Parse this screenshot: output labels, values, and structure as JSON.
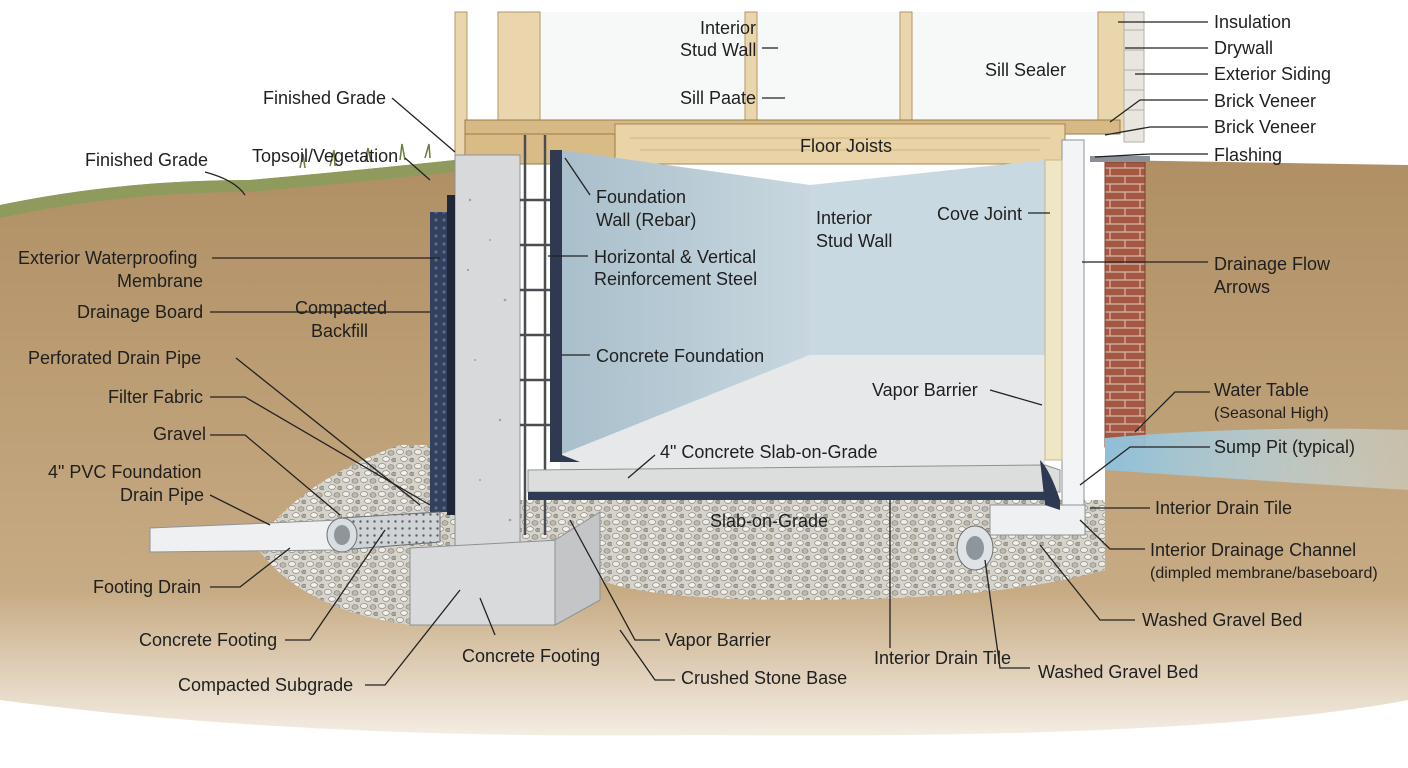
{
  "labels": {
    "interior_stud_wall_top_1": "Interior",
    "interior_stud_wall_top_2": "Stud Wall",
    "sill_paate": "Sill Paate",
    "sill_sealer": "Sill Sealer",
    "insulation": "Insulation",
    "drywall": "Drywall",
    "exterior_siding": "Exterior Siding",
    "brick_veneer_1": "Brick Veneer",
    "brick_veneer_2": "Brick Veneer",
    "flashing": "Flashing",
    "finished_grade_top": "Finished Grade",
    "finished_grade_left": "Finished Grade",
    "topsoil": "Topsoil/Vegetation",
    "floor_joists": "Floor Joists",
    "foundation_wall_1": "Foundation",
    "foundation_wall_2": "Wall (Rebar)",
    "interior_stud_wall_mid_1": "Interior",
    "interior_stud_wall_mid_2": "Stud Wall",
    "cove_joint": "Cove Joint",
    "ext_membrane_1": "Exterior Waterproofing",
    "ext_membrane_2": "Membrane",
    "reinforcement_1": "Horizontal & Vertical",
    "reinforcement_2": "Reinforcement Steel",
    "drainage_flow_1": "Drainage Flow",
    "drainage_flow_2": "Arrows",
    "drainage_board": "Drainage Board",
    "compacted_backfill_1": "Compacted",
    "compacted_backfill_2": "Backfill",
    "perforated_pipe": "Perforated Drain Pipe",
    "concrete_foundation": "Concrete Foundation",
    "vapor_barrier_right": "Vapor Barrier",
    "water_table_1": "Water Table",
    "water_table_2": "(Seasonal High)",
    "filter_fabric": "Filter Fabric",
    "gravel": "Gravel",
    "slab_4in": "4\" Concrete Slab-on-Grade",
    "sump_pit": "Sump Pit (typical)",
    "pvc_pipe_1": "4\" PVC Foundation",
    "pvc_pipe_2": "Drain Pipe",
    "interior_drain_tile_right": "Interior Drain Tile",
    "slab_on_grade": "Slab-on-Grade",
    "interior_channel_1": "Interior Drainage Channel",
    "interior_channel_2": "(dimpled membrane/baseboard)",
    "footing_drain": "Footing Drain",
    "washed_gravel_right": "Washed Gravel Bed",
    "concrete_footing_left": "Concrete Footing",
    "vapor_barrier_bottom": "Vapor Barrier",
    "concrete_footing_mid": "Concrete Footing",
    "interior_drain_tile_bottom": "Interior Drain Tile",
    "washed_gravel_bottom": "Washed  Gravel Bed",
    "compacted_subgrade": "Compacted Subgrade",
    "crushed_stone": "Crushed Stone Base"
  },
  "colors": {
    "soil": "#b99a72",
    "concrete": "#d9dadb",
    "wood": "#e6cfa3",
    "basement_wall": "#b9ccd6",
    "brick": "#a65a44",
    "membrane": "#3c4a66",
    "gravel": "#c9c6bd",
    "water": "#a9cfe2"
  }
}
